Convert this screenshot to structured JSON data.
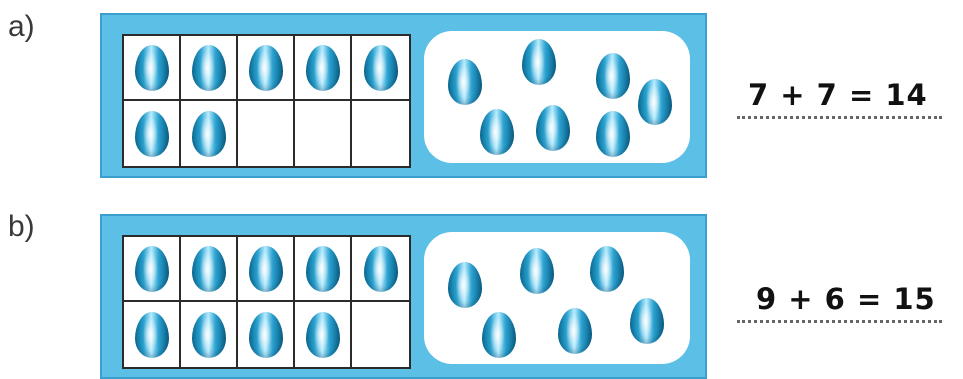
{
  "rows": [
    {
      "label": "a)",
      "frame_filled": 7,
      "loose_count": 7,
      "equation": "7 + 7 = 14"
    },
    {
      "label": "b)",
      "frame_filled": 9,
      "loose_count": 6,
      "equation": "9 + 6 = 15"
    }
  ],
  "colors": {
    "panel": "#5bbfe6",
    "panel_border": "#3a9fcf",
    "egg_dark": "#0b6f97",
    "egg_light": "#b8ecff"
  },
  "icon": "egg-icon"
}
